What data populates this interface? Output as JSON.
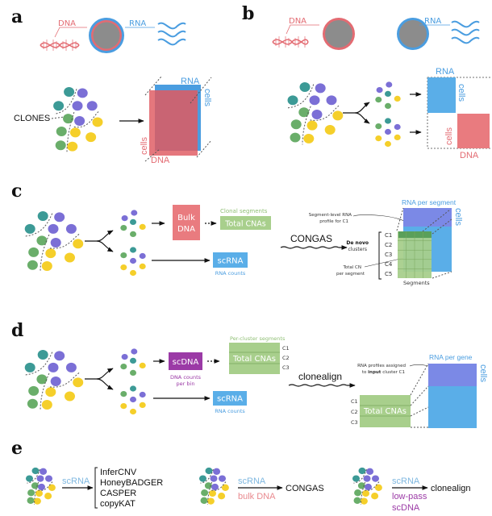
{
  "colors": {
    "dna": "#e36b72",
    "rna": "#4a9de0",
    "rna_light": "#5aaee8",
    "purple": "#7b6fd6",
    "teal": "#3c9a96",
    "green": "#6aae6a",
    "yellow": "#f5cf2a",
    "cna_green": "#a8cf8c",
    "scdna_purple": "#9b3aa6",
    "nucleus_gray": "#8c8c8c"
  },
  "panels": {
    "a": {
      "label": "a",
      "dna": "DNA",
      "rna": "RNA",
      "clones": "CLONES",
      "matrix_rna": "RNA",
      "matrix_cells_rna": "cells",
      "matrix_cells_dna": "cells",
      "matrix_dna": "DNA"
    },
    "b": {
      "label": "b",
      "dna": "DNA",
      "rna": "RNA",
      "matrix_rna": "RNA",
      "matrix_cells_rna": "cells",
      "matrix_cells_dna": "cells",
      "matrix_dna": "DNA"
    },
    "c": {
      "label": "c",
      "bulk_line1": "Bulk",
      "bulk_line2": "DNA",
      "clonal_segments": "Clonal segments",
      "total_cnas": "Total CNAs",
      "scrna": "scRNA",
      "rna_counts": "RNA counts",
      "method": "CONGAS",
      "segment_level_line1": "Segment-level RNA",
      "segment_level_line2": "profile for C1",
      "de_novo_bold": "De novo",
      "clusters": "clusters",
      "total_cn_line1": "Total CN",
      "total_cn_line2": "per segment",
      "rna_per_segment": "RNA per segment",
      "cells": "cells",
      "segments": "Segments",
      "cluster_labels": [
        "C1",
        "C2",
        "C3",
        "C4",
        "C5"
      ]
    },
    "d": {
      "label": "d",
      "scdna": "scDNA",
      "dna_counts_line1": "DNA counts",
      "dna_counts_line2": "per bin",
      "per_cluster_segments": "Per-cluster segments",
      "total_cnas": "Total CNAs",
      "cluster_labels": [
        "C1",
        "C2",
        "C3"
      ],
      "scrna": "scRNA",
      "rna_counts": "RNA counts",
      "method": "clonealign",
      "profiles_line1": "RNA profiles assigned",
      "profiles_line2_pre": "to ",
      "profiles_line2_bold": "input",
      "profiles_line2_post": " cluster C1",
      "rna_per_gene": "RNA per gene",
      "cells": "cells",
      "result_cluster_labels": [
        "C1",
        "C2",
        "C3"
      ],
      "result_total_cnas": "Total CNAs"
    },
    "e": {
      "label": "e",
      "group1": {
        "input": "scRNA",
        "methods": [
          "InferCNV",
          "HoneyBADGER",
          "CASPER",
          "copyKAT"
        ]
      },
      "group2": {
        "input1": "scRNA",
        "input2": "bulk DNA",
        "method": "CONGAS"
      },
      "group3": {
        "input1": "scRNA",
        "input2_line1": "low-pass",
        "input2_line2": "scDNA",
        "method": "clonealign"
      }
    }
  }
}
